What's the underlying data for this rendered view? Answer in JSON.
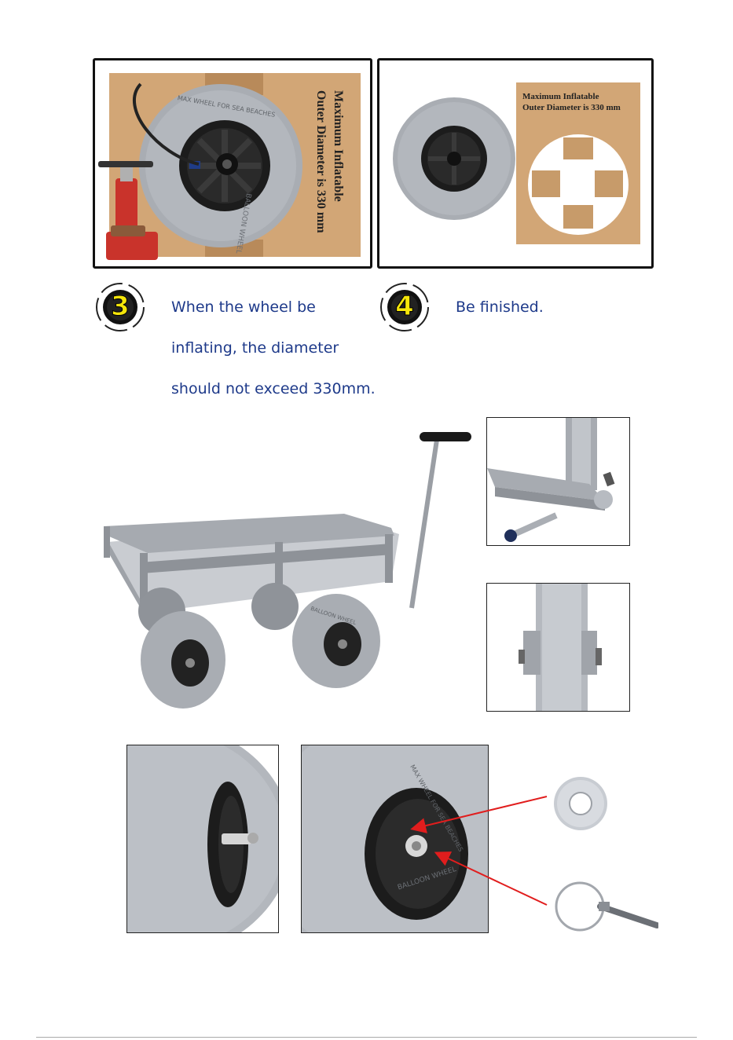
{
  "panel_tl": {
    "box_line1": "Maximum Inflatable",
    "box_line2": "Outer Diameter is 330 mm",
    "tire_text_top": "MAX WHEEL FOR SEA BEACHES",
    "tire_text_bottom": "BALLOON WHEEL"
  },
  "panel_tr": {
    "box_line1": "Maximum Inflatable",
    "box_line2": "Outer Diameter is 330 mm"
  },
  "step3": {
    "number": "3",
    "line1": "When the wheel be",
    "line2": "inflating, the diameter",
    "line3": "should not exceed 330mm."
  },
  "step4": {
    "number": "4",
    "line1": "Be finished."
  },
  "cart": {
    "tire_text": "BALLOON WHEEL"
  },
  "bottom_right": {
    "tire_text_top": "MAX WHEEL FOR SEA BEACHES",
    "tire_text_bottom": "BALLOON WHEEL"
  },
  "colors": {
    "step_text": "#1e3a8a",
    "badge_yellow": "#f5e60a",
    "arrow_red": "#e11d1d",
    "cardboard": "#d2a676",
    "tire_gray": "#a9adb3"
  }
}
